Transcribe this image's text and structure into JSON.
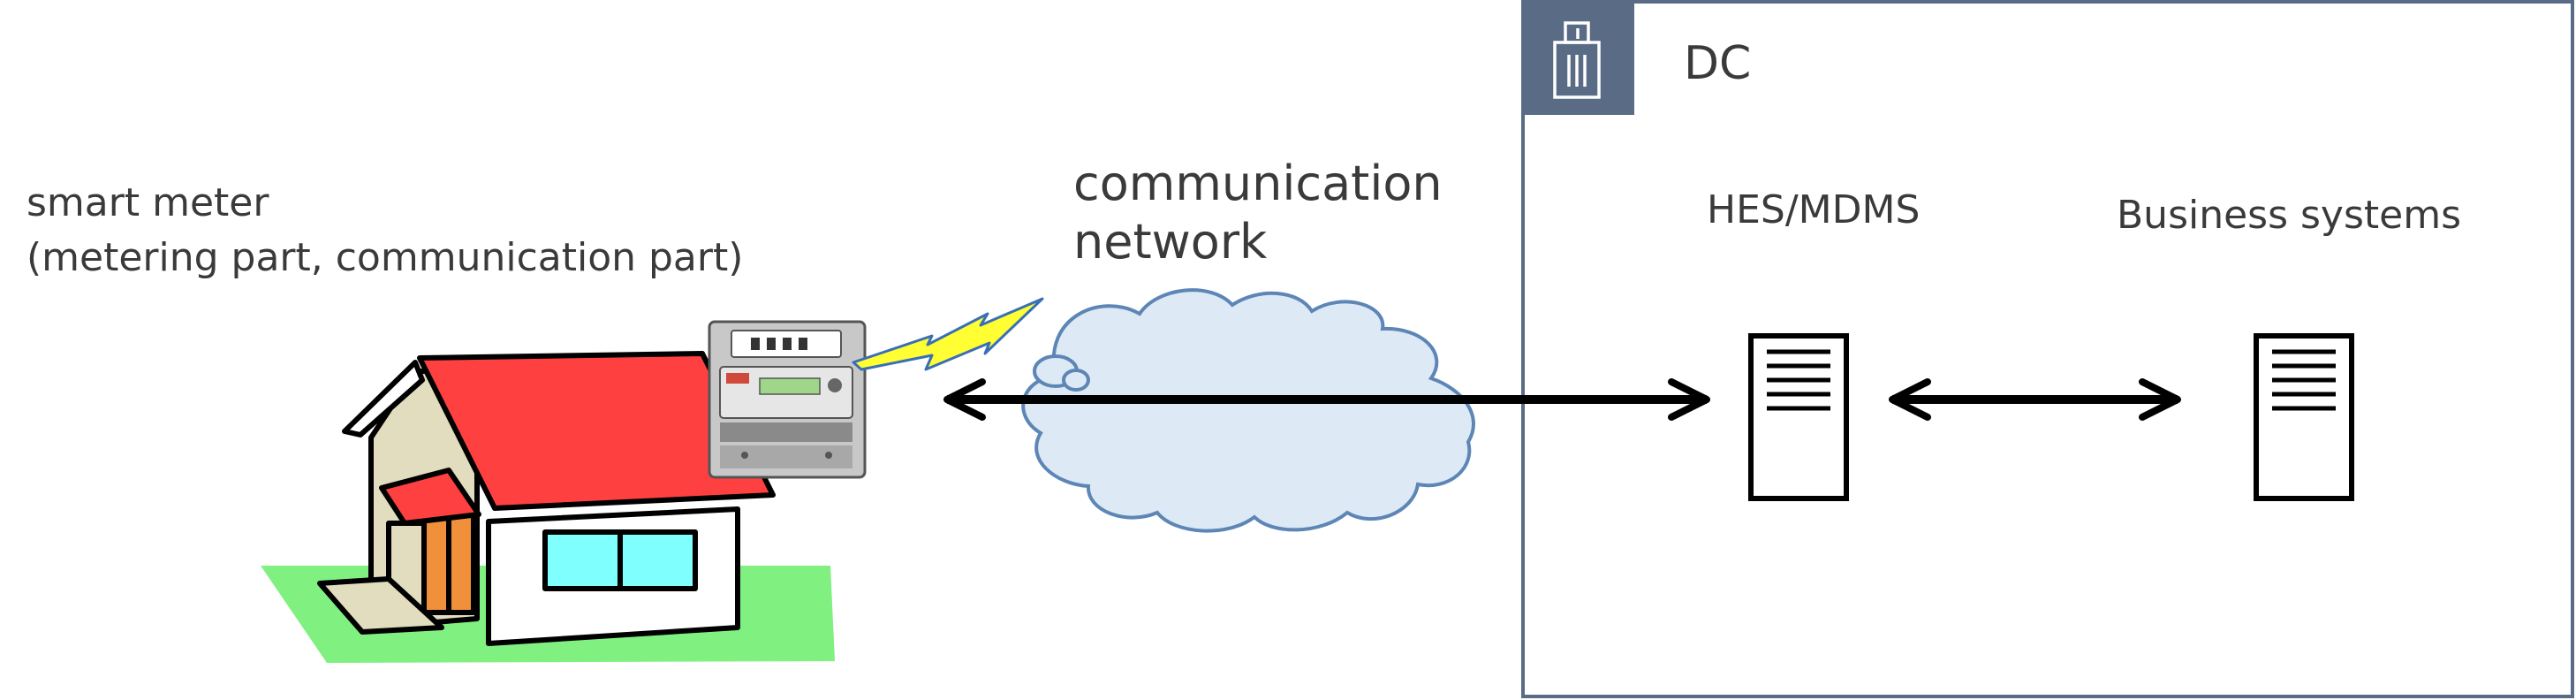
{
  "labels": {
    "smart_meter_line1": "smart meter",
    "smart_meter_line2": "(metering part, communication part)",
    "network_line1": "communication",
    "network_line2": "network",
    "dc": "DC",
    "hes_mdms": "HES/MDMS",
    "business_systems": "Business systems"
  },
  "icons": {
    "house": "house-icon",
    "meter": "smart-meter-icon",
    "lightning": "lightning-bolt-icon",
    "cloud": "cloud-icon",
    "building": "building-icon",
    "server": "server-icon"
  },
  "colors": {
    "dc_border": "#5a6b85",
    "dc_tab": "#5a6b85",
    "cloud_fill": "#dde9f5",
    "cloud_stroke": "#5d86b6",
    "roof": "#ff4040",
    "grass": "#80f080",
    "window": "#80ffff",
    "door": "#f0903a",
    "bolt": "#ffff33",
    "arrow": "#000000"
  }
}
